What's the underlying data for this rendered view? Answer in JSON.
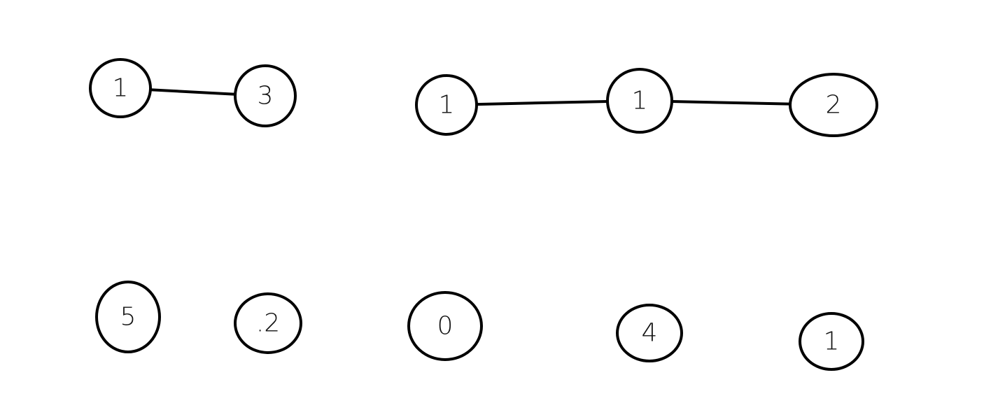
{
  "diagram": {
    "type": "graph",
    "nodes": [
      {
        "id": "a1",
        "label": "1"
      },
      {
        "id": "a2",
        "label": "3"
      },
      {
        "id": "b1",
        "label": "1"
      },
      {
        "id": "b2",
        "label": "1"
      },
      {
        "id": "b3",
        "label": "2"
      },
      {
        "id": "c1",
        "label": "5"
      },
      {
        "id": "c2",
        "label": ".2"
      },
      {
        "id": "c3",
        "label": "0"
      },
      {
        "id": "c4",
        "label": "4"
      },
      {
        "id": "c5",
        "label": "1"
      }
    ],
    "edges": [
      {
        "from": "a1",
        "to": "a2"
      },
      {
        "from": "b1",
        "to": "b2"
      },
      {
        "from": "b2",
        "to": "b3"
      }
    ]
  }
}
